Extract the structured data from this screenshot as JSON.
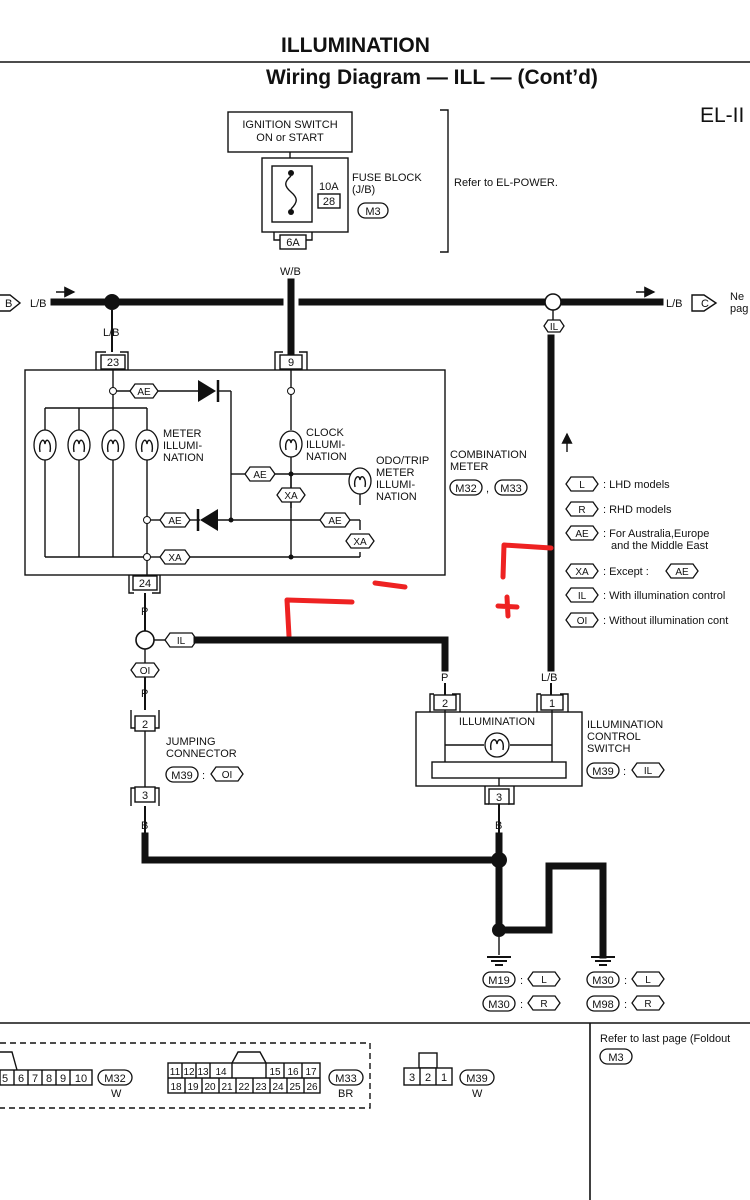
{
  "title": "ILLUMINATION",
  "subtitle": "Wiring Diagram — ILL — (Cont’d)",
  "page_code": "EL-II",
  "ignition": [
    "IGNITION SWITCH",
    "ON or START"
  ],
  "fuse": {
    "label": "FUSE BLOCK",
    "jb": "(J/B)",
    "amp": "10A",
    "num": "28",
    "conn": "M3",
    "refer": "Refer to EL-POWER.",
    "pin": "6A"
  },
  "wires": {
    "wb": "W/B",
    "lb": "L/B",
    "p": "P",
    "b": "B"
  },
  "left_connector": "B",
  "right_connector": "C",
  "right_next": [
    "Ne",
    "pag"
  ],
  "combo": {
    "pins": [
      "23",
      "9",
      "24"
    ],
    "meter": [
      "METER",
      "ILLUMI-",
      "NATION"
    ],
    "clock": [
      "CLOCK",
      "ILLUMI-",
      "NATION"
    ],
    "odo": [
      "ODO/TRIP",
      "METER",
      "ILLUMI-",
      "NATION"
    ],
    "label": [
      "COMBINATION",
      "METER"
    ],
    "conns": [
      "M32",
      "M33"
    ],
    "sep": ","
  },
  "codes": {
    "AE": "AE",
    "XA": "XA",
    "IL": "IL",
    "OI": "OI",
    "L": "L",
    "R": "R"
  },
  "legend": [
    {
      "code": "L",
      "text": ": LHD models"
    },
    {
      "code": "R",
      "text": ": RHD models"
    },
    {
      "code": "AE",
      "text": ": For Australia,Europe",
      "text2": "and the Middle East"
    },
    {
      "code": "XA",
      "text": ": Except :",
      "code2": "AE"
    },
    {
      "code": "IL",
      "text": ": With illumination control"
    },
    {
      "code": "OI",
      "text": ": Without illumination cont"
    }
  ],
  "jumping": {
    "label": [
      "JUMPING",
      "CONNECTOR"
    ],
    "pins": [
      "2",
      "3"
    ],
    "conn": "M39",
    "code": "OI"
  },
  "switch": {
    "inner": "ILLUMINATION",
    "label": [
      "ILLUMINATION",
      "CONTROL",
      "SWITCH"
    ],
    "pins": [
      "2",
      "1",
      "3"
    ],
    "conn": "M39",
    "code": "IL"
  },
  "grounds": {
    "row1": [
      {
        "conn": "M19",
        "code": "L"
      },
      {
        "conn": "M30",
        "code": "L"
      }
    ],
    "row2": [
      {
        "conn": "M30",
        "code": "R"
      },
      {
        "conn": "M98",
        "code": "R"
      }
    ]
  },
  "bottom": {
    "c1": {
      "cells": [
        "5",
        "6",
        "7",
        "8",
        "9",
        "10"
      ],
      "conn": "M32",
      "color": "W"
    },
    "c2": {
      "row1": [
        "11",
        "12",
        "13",
        "14",
        "15",
        "16",
        "17"
      ],
      "row2": [
        "18",
        "19",
        "20",
        "21",
        "22",
        "23",
        "24",
        "25",
        "26"
      ],
      "conn": "M33",
      "color": "BR"
    },
    "c3": {
      "cells": [
        "3",
        "2",
        "1"
      ],
      "conn": "M39",
      "color": "W"
    },
    "refer": "Refer to last page (Foldout",
    "refer_conn": "M3"
  }
}
